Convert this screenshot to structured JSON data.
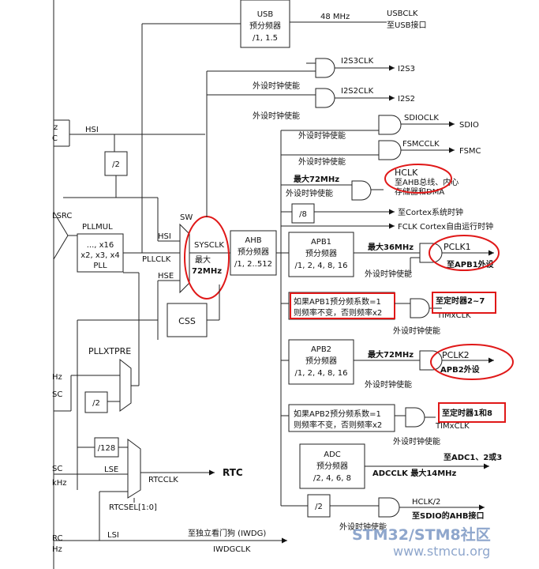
{
  "blocks": {
    "usb_prescaler": {
      "title": "USB",
      "line2": "预分频器",
      "line3": "/1, 1.5"
    },
    "pllmul": {
      "title": "PLLMUL",
      "line2": "..., x16",
      "line3": "x2, x3, x4",
      "line4": "PLL"
    },
    "ahb": {
      "title": "AHB",
      "line2": "预分频器",
      "line3": "/1, 2..512"
    },
    "apb1": {
      "title": "APB1",
      "line2": "预分频器",
      "line3": "/1, 2, 4, 8, 16"
    },
    "apb2": {
      "title": "APB2",
      "line2": "预分频器",
      "line3": "/1, 2, 4, 8, 16"
    },
    "adc": {
      "title": "ADC",
      "line2": "预分频器",
      "line3": "/2, 4, 6, 8"
    },
    "css": "CSS",
    "div2_hsi": "/2",
    "div2_pllxt": "/2",
    "div128": "/128",
    "div8": "/8",
    "div2_sdio": "/2",
    "sw": "SW",
    "sysclk": "SYSCLK",
    "sysclk_max1": "最大",
    "sysclk_max2": "72MHz",
    "pllxtpre": "PLLXTPRE",
    "rtcsel": "RTCSEL[1:0]"
  },
  "labels": {
    "mhz48": "48 MHz",
    "usbclk": "USBCLK",
    "to_usb": "至USB接口",
    "hsi_in": "HSI",
    "hsi_sw": "HSI",
    "pllclk": "PLLCLK",
    "hse": "HSE",
    "lsrc": "LSRC",
    "i2s3clk": "I2S3CLK",
    "i2s3": "I2S3",
    "i2s2clk": "I2S2CLK",
    "i2s2": "I2S2",
    "periph_en1": "外设时钟使能",
    "periph_en2": "外设时钟使能",
    "sdioclk": "SDIOCLK",
    "sdio": "SDIO",
    "periph_en3": "外设时钟使能",
    "fsmcclk": "FSMCCLK",
    "fsmc": "FSMC",
    "periph_en4": "外设时钟使能",
    "max72_hclk": "最大72MHz",
    "hclk": "HCLK",
    "hclk_desc1": "至AHB总线、内心",
    "hclk_desc2": "存储器和DMA",
    "periph_en5": "外设时钟使能",
    "cortex_sys": "至Cortex系统时钟",
    "fclk": "FCLK Cortex自由运行时钟",
    "max36": "最大36MHz",
    "pclk1": "PCLK1",
    "to_apb1": "至APB1外设",
    "periph_en6": "外设时钟使能",
    "apb1_note1": "如果APB1预分频系数=1",
    "apb1_note2": "则频率不变，否则频率x2",
    "timer27": "至定时器2~7",
    "timxclk1": "TIMxCLK",
    "periph_en7": "外设时钟使能",
    "max72_apb2": "最大72MHz",
    "pclk2": "PCLK2",
    "to_apb2": "APB2外设",
    "periph_en8": "外设时钟使能",
    "apb2_note1": "如果APB2预分频系数=1",
    "apb2_note2": "则频率不变，否则频率x2",
    "timer18": "至定时器1和8",
    "timxclk2": "TIMxCLK",
    "periph_en9": "外设时钟使能",
    "to_adc": "至ADC1、2或3",
    "adcclk": "ADCCLK 最大14MHz",
    "hclk2": "HCLK/2",
    "to_sdio_ahb": "至SDIO的AHB接口",
    "periph_en10": "外设时钟使能",
    "lse": "LSE",
    "rtcclk": "RTCCLK",
    "rtc": "RTC",
    "lsi": "LSI",
    "iwdg_to": "至独立看门狗 (IWDG)",
    "iwdgclk": "IWDGCLK",
    "left_z": "z",
    "left_c": "C",
    "left_hz1": "Hz",
    "left_sc1": "SC",
    "left_sc2": "SC",
    "left_khz": "kHz",
    "left_rc": "RC",
    "left_hz2": "Hz"
  },
  "watermark": {
    "line1": "STM32/STM8社区",
    "line2": "www.stmcu.org"
  },
  "colors": {
    "highlight": "#e01818",
    "lines": "#222222",
    "watermark": "#8ea6cc"
  }
}
